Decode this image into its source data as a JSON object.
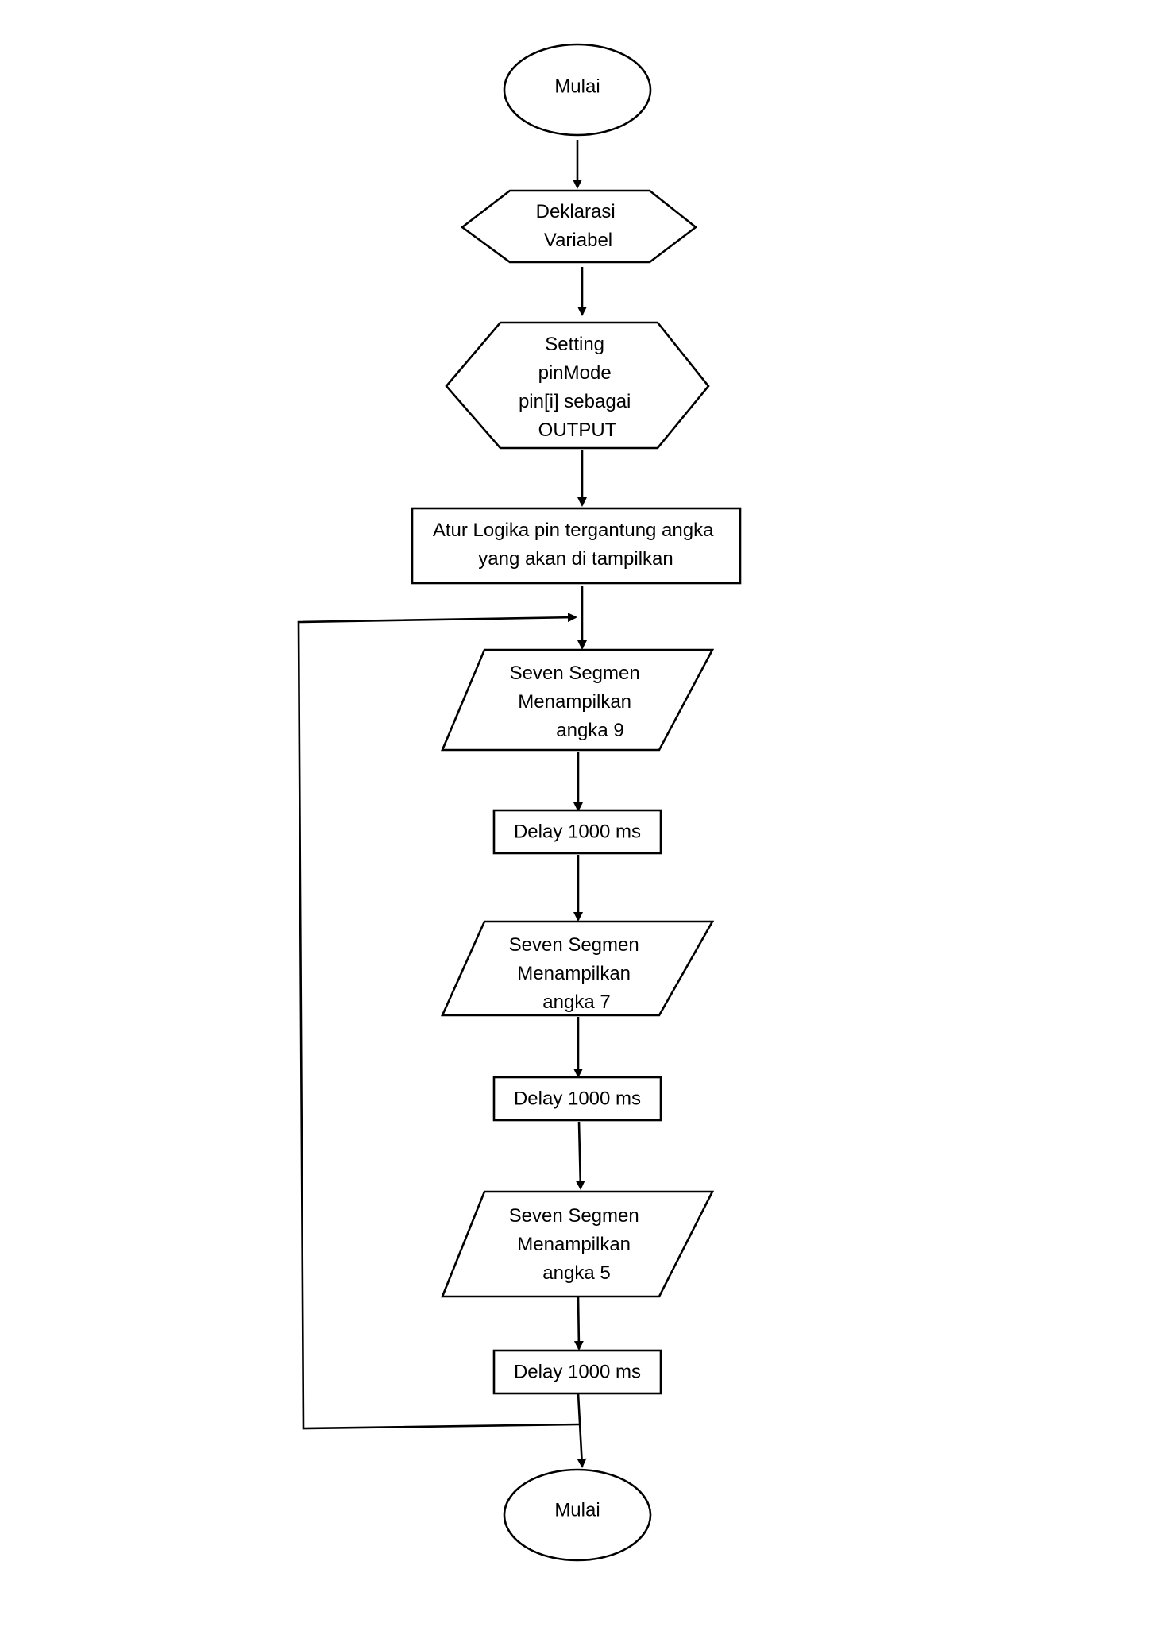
{
  "nodes": {
    "start": {
      "type": "terminator",
      "text": "Mulai"
    },
    "declare": {
      "type": "preparation",
      "lines": [
        "Deklarasi",
        "Variabel"
      ]
    },
    "setup": {
      "type": "preparation",
      "lines": [
        "Setting",
        "pinMode",
        "pin[i] sebagai",
        "OUTPUT"
      ]
    },
    "logic": {
      "type": "process",
      "lines": [
        "Atur Logika pin tergantung angka",
        "yang akan di tampilkan"
      ]
    },
    "show9": {
      "type": "input-output",
      "lines": [
        "Seven Segmen",
        "Menampilkan",
        "angka 9"
      ]
    },
    "delay1": {
      "type": "process",
      "text": "Delay 1000 ms"
    },
    "show7": {
      "type": "input-output",
      "lines": [
        "Seven Segmen",
        "Menampilkan",
        "angka 7"
      ]
    },
    "delay2": {
      "type": "process",
      "text": "Delay 1000 ms"
    },
    "show5": {
      "type": "input-output",
      "lines": [
        "Seven Segmen",
        "Menampilkan",
        "angka 5"
      ]
    },
    "delay3": {
      "type": "process",
      "text": "Delay 1000 ms"
    },
    "end": {
      "type": "terminator",
      "text": "Mulai"
    }
  },
  "edges": [
    {
      "from": "start",
      "to": "declare"
    },
    {
      "from": "declare",
      "to": "setup"
    },
    {
      "from": "setup",
      "to": "logic"
    },
    {
      "from": "logic",
      "to": "show9"
    },
    {
      "from": "show9",
      "to": "delay1"
    },
    {
      "from": "delay1",
      "to": "show7"
    },
    {
      "from": "show7",
      "to": "delay2"
    },
    {
      "from": "delay2",
      "to": "show5"
    },
    {
      "from": "show5",
      "to": "delay3"
    },
    {
      "from": "delay3",
      "to": "end"
    },
    {
      "from": "delay3",
      "to": "show9",
      "kind": "loop-back"
    }
  ],
  "colors": {
    "stroke": "#000000",
    "fill": "#ffffff",
    "text": "#000000"
  }
}
